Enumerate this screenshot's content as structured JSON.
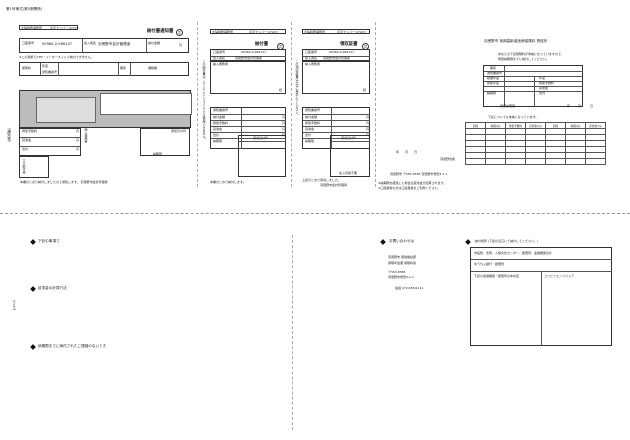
{
  "form_title": "第1号様式(第3条関係)",
  "top_ids": [
    "太陽税務事務所",
    "表示ナンバー 07223"
  ],
  "slip1": {
    "title": "納付書通知書",
    "circle_mark": "出",
    "account_label": "口座番号",
    "account_no": "00960-0-966147",
    "payee_label": "加入者名",
    "payee": "羽曳野市会計管理者",
    "amount_label": "納付金額",
    "yen": "円",
    "note": "※この用紙でATM・インターネットで納付できません。",
    "insurance_label": "保険料",
    "item_labels": [
      "年度",
      "通知書番号",
      "期別",
      "課税額"
    ],
    "fee_label": "督促手数料",
    "delay_label": "延滞金",
    "total_label": "合計",
    "payer_label": "納入義務者",
    "due_label": "納期限",
    "paid_date_label": "領収日付印",
    "side_label": "(通知書)",
    "cvs_label": "CVS納付用",
    "footer": "本書のとおり納付しましたので通知します。 羽曳野市会計管理者"
  },
  "slip2": {
    "top_ids": [
      "太陽税務事務所",
      "表示ナンバー 07223"
    ],
    "title": "納付書",
    "circle_mark": "出",
    "account_label": "口座番号",
    "account_no": "00960-0-966147",
    "payee_label": "加入者名",
    "payee": "羽曳野市会計管理者",
    "payer_label": "納入義務者",
    "honorific": "様",
    "rows": [
      "通知書番号",
      "納付金額",
      "督促手数料",
      "延滞金",
      "合計",
      "納期限"
    ],
    "yen": "円",
    "paid_date_label": "領収日付印",
    "side_note": "この納付書は、コンビニエンスストアでは使用できません。",
    "footer": "本書のとおり納付します。"
  },
  "slip3": {
    "top_ids": [
      "太陽税務事務所",
      "表示ナンバー 07223"
    ],
    "title": "領収証書",
    "circle_mark": "出",
    "account_label": "口座番号",
    "account_no": "00960-0-966147",
    "payee_label": "加入者名",
    "payee": "羽曳野市会計管理者",
    "payer_label": "納入義務者",
    "honorific": "様",
    "rows": [
      "通知書番号",
      "納付金額",
      "督促手数料",
      "延滞金",
      "合計",
      "納期限"
    ],
    "yen": "円",
    "paid_date_label": "領収日付印",
    "receiver_label": "収入印紙不要",
    "side_note": "この領収証書は大切に保管してください。",
    "footer1": "上記のとおり領収しました。",
    "footer2": "羽曳野市会計管理者"
  },
  "notice": {
    "heading": "羽曳野市 後期高齢者医療保険料 督促状",
    "lines": [
      "あなたの下記保険料が未納になっていますので、",
      "督促納期限までに納付してください。"
    ],
    "table_labels": [
      "期別",
      "通知書番号",
      "賦課年度",
      "年度",
      "督促年度",
      "督促手数料",
      "延滞金",
      "納期限",
      "合計"
    ],
    "due_header": "督促納期限",
    "year_label": "年",
    "month_label": "月",
    "day_label": "日",
    "date_marks": [
      "年",
      "月",
      "日"
    ],
    "city_mark": "羽曳野市長",
    "issuer_line": "羽曳野市 〒583-8585 羽曳野市誉田4-1-1",
    "notes": [
      "※納期限を経過した場合は延滞金が加算されます。",
      "※口座振替の方は口座振替をご利用ください。"
    ],
    "history_heading": "下記についても未納となっています。",
    "history_cols": [
      "期別",
      "料額(円)",
      "督促手数料",
      "延滞金(円)",
      "期別",
      "料額(円)",
      "延滞金(円)"
    ]
  },
  "back": {
    "section1": "下記の事項で",
    "section2": "延滞金の計算方法",
    "section3": "納期限までに納付されたご連絡のないとき",
    "side_label": "(うら)",
    "contact_heading": "お問い合わせは",
    "contact_lines": [
      "羽曳野市 保健福祉部",
      "保険年金課 保険料係",
      "〒583-8585",
      "羽曳野市誉田4-1-1",
      "電話 072(958)1111"
    ],
    "place_heading": "納付場所 (下記の窓口にて納付してください。)",
    "place_rows": [
      "市役所、支所、人権文化センター、郵便局、金融機関ほか",
      "ゆうちょ銀行・郵便局",
      "下記の金融機関・郵便局の本支店"
    ],
    "bank_label": "コンビニエンスストア"
  }
}
